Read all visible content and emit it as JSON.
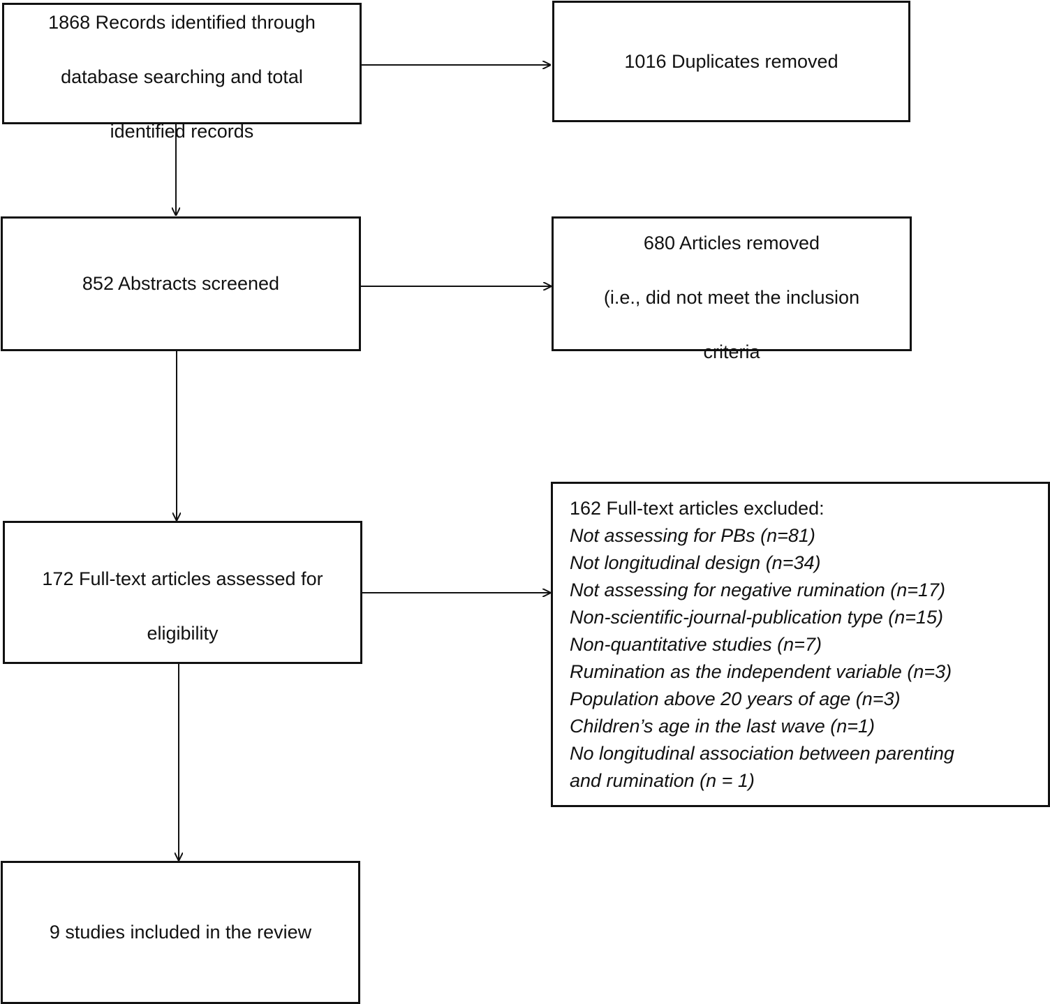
{
  "flow": {
    "identified": {
      "lines": [
        "1868 Records identified through",
        "database searching and total",
        "identified records"
      ]
    },
    "duplicates": {
      "lines": [
        "1016 Duplicates removed"
      ]
    },
    "screened": {
      "lines": [
        "852 Abstracts screened"
      ]
    },
    "articles_removed": {
      "lines": [
        "680 Articles removed",
        "(i.e., did not meet the inclusion",
        "criteria"
      ]
    },
    "fulltext": {
      "lines": [
        "172 Full-text articles assessed for",
        "eligibility"
      ]
    },
    "excluded": {
      "heading": "162 Full-text articles excluded:",
      "items": [
        "Not assessing for PBs (n=81)",
        "Not longitudinal design (n=34)",
        "Not assessing for negative rumination (n=17)",
        "Non-scientific-journal-publication type (n=15)",
        "Non-quantitative studies (n=7)",
        "Rumination as the independent variable (n=3)",
        "Population above 20 years of age (n=3)",
        "Children’s age in the last wave (n=1)",
        "No longitudinal association between parenting",
        "and rumination (n = 1)"
      ]
    },
    "included": {
      "lines": [
        "9 studies included in the review"
      ]
    }
  }
}
